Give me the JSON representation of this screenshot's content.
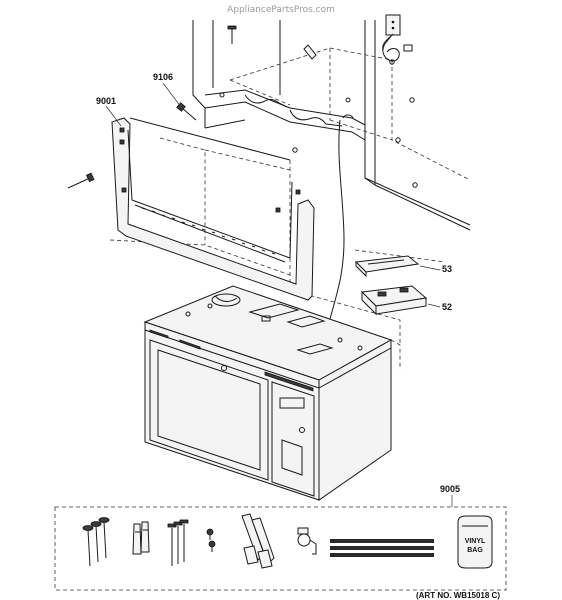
{
  "watermark": "AppliancePartsPros.com",
  "callouts": {
    "bracket_screw": "9106",
    "mounting_plate": "9001",
    "grille_top": "53",
    "grille_bottom": "52",
    "hardware_kit": "9005"
  },
  "vinyl_bag_line1": "VINYL",
  "vinyl_bag_line2": "BAG",
  "art_number": "(ART NO. WB15018 C)"
}
